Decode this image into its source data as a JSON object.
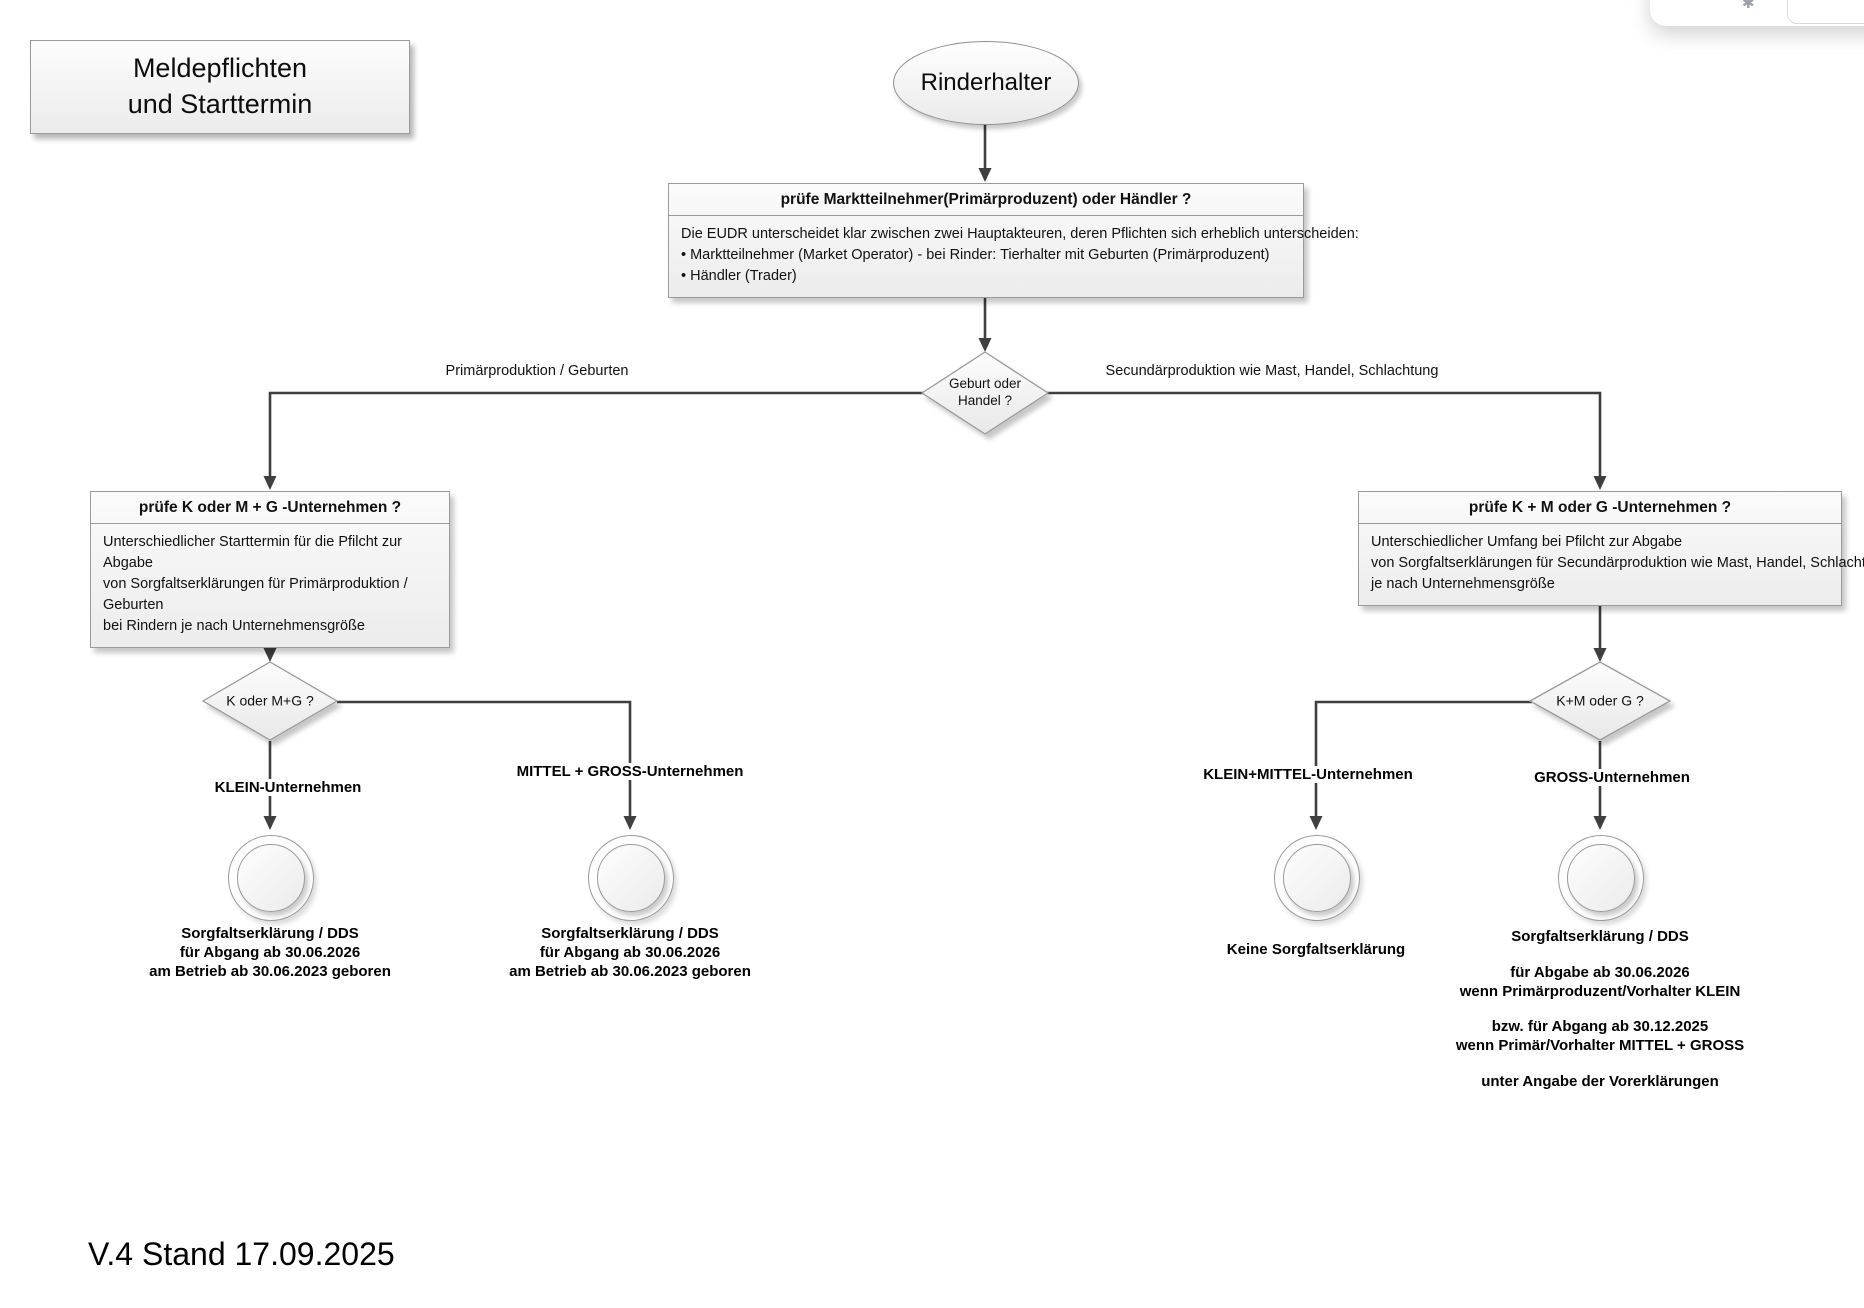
{
  "colors": {
    "line": "#3f3f3f",
    "shape_border": "#9a9a9a"
  },
  "header": {
    "title_line1": "Meldepflichten",
    "title_line2": "und Starttermin"
  },
  "footer": {
    "version": "V.4 Stand 17.09.2025"
  },
  "popup": {
    "icon_glyph": "✱"
  },
  "flow": {
    "start_label": "Rinderhalter",
    "check_actor": {
      "title": "prüfe Marktteilnehmer(Primärproduzent) oder Händler ?",
      "lines": [
        "Die EUDR unterscheidet klar zwischen zwei Hauptakteuren, deren Pflichten sich erheblich unterscheiden:",
        "• Marktteilnehmer (Market Operator) - bei Rinder: Tierhalter mit Geburten (Primärproduzent)",
        "• Händler (Trader)"
      ]
    },
    "decision_main": {
      "line1": "Geburt oder",
      "line2": "Handel ?"
    },
    "branch_left_label": "Primärproduktion / Geburten",
    "branch_right_label": "Secundärproduktion wie Mast, Handel, Schlachtung",
    "check_left": {
      "title": "prüfe K oder M + G -Unternehmen ?",
      "lines": [
        "Unterschiedlicher Starttermin für die Pfilcht zur Abgabe",
        "von Sorgfaltserklärungen für Primärproduktion / Geburten",
        "bei Rindern je nach Unternehmensgröße"
      ]
    },
    "check_right": {
      "title": "prüfe K + M oder G -Unternehmen ?",
      "lines": [
        "Unterschiedlicher Umfang bei Pfilcht zur Abgabe",
        "von Sorgfaltserklärungen für Secundärproduktion wie Mast, Handel, Schlachtung",
        "je nach Unternehmensgröße"
      ]
    },
    "decision_left": "K oder M+G ?",
    "decision_right": "K+M oder G ?",
    "size_labels": {
      "klein": "KLEIN-Unternehmen",
      "mittel_gross": "MITTEL + GROSS-Unternehmen",
      "klein_mittel": "KLEIN+MITTEL-Unternehmen",
      "gross": "GROSS-Unternehmen"
    },
    "end_left1": {
      "lines": [
        "Sorgfaltserklärung / DDS",
        "für Abgang ab 30.06.2026",
        "am Betrieb ab 30.06.2023 geboren"
      ]
    },
    "end_left2": {
      "lines": [
        "Sorgfaltserklärung / DDS",
        "für Abgang ab 30.06.2026",
        "am Betrieb ab 30.06.2023 geboren"
      ]
    },
    "end_right1": {
      "lines": [
        "Keine Sorgfaltserklärung"
      ]
    },
    "end_right2": {
      "paragraphs": [
        [
          "Sorgfaltserklärung / DDS"
        ],
        [
          "für Abgabe ab 30.06.2026",
          "wenn Primärproduzent/Vorhalter KLEIN"
        ],
        [
          "bzw. für Abgang ab 30.12.2025",
          "wenn Primär/Vorhalter MITTEL + GROSS"
        ],
        [
          "unter Angabe der Vorerklärungen"
        ]
      ]
    }
  }
}
